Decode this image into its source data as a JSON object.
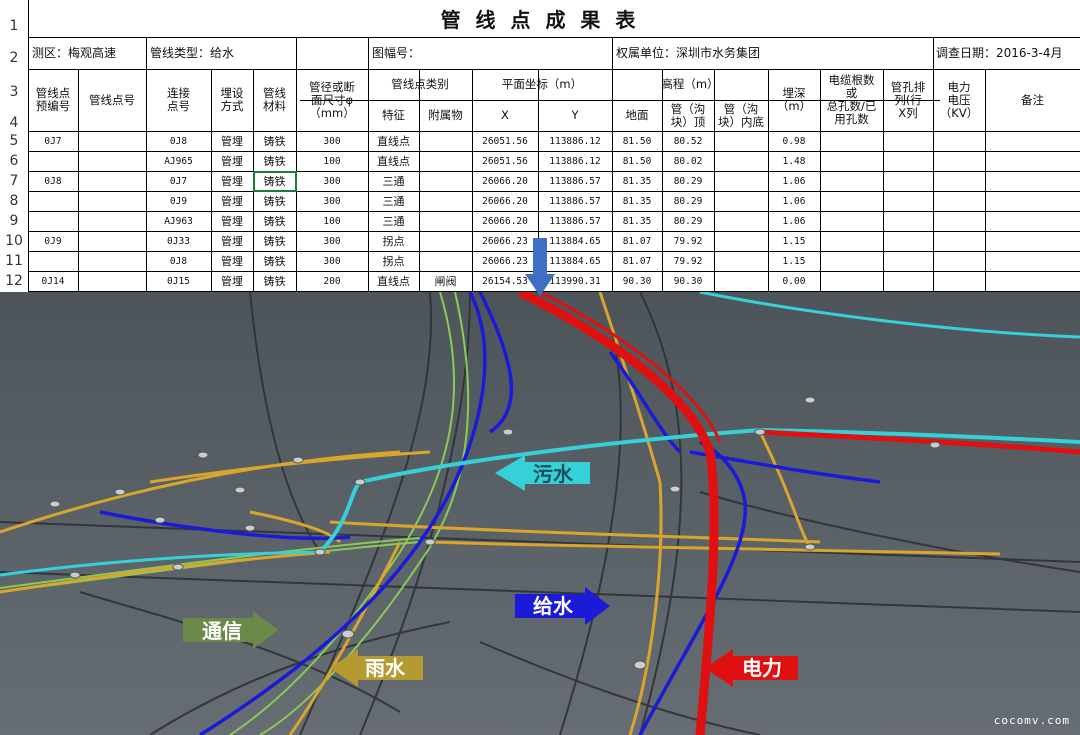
{
  "sheet": {
    "title": "管 线 点 成 果 表",
    "row_numbers": [
      "1",
      "2",
      "3",
      "4",
      "5",
      "6",
      "7",
      "8",
      "9",
      "10",
      "11",
      "12"
    ],
    "info": {
      "survey_area": "测区：梅观高速",
      "pipeline_type": "管线类型：给水",
      "map_no": "图幅号：",
      "owner": "权属单位：深圳市水务集团",
      "survey_date": "调查日期：2016-3-4月"
    },
    "headers": {
      "pre_no": "管线点\n预编号",
      "point_no": "管线点号",
      "connect_no": "连接\n点号",
      "burial_mode": "埋设\n方式",
      "material": "管线\n材料",
      "diameter": "管径或断\n面尺寸φ\n（mm）",
      "category": "管线点类别",
      "feature": "特征",
      "attachment": "附属物",
      "coords": "平面坐标（m）",
      "x": "X",
      "y": "Y",
      "elevation": "高程（m）",
      "ground": "地面",
      "pipe_top": "管（沟\n块）顶",
      "pipe_bottom": "管（沟\n块）内底",
      "depth": "埋深\n（m）",
      "cable": "电缆根数\n或\n总孔数/已\n用孔数",
      "hole_layout": "管孔排\n列(行\nX列",
      "voltage": "电力\n电压\n（KV）",
      "remarks": "备注"
    },
    "rows": [
      {
        "pre": "0J7",
        "pt": "",
        "conn": "0J8",
        "mode": "管埋",
        "mat": "铸铁",
        "dia": "300",
        "feat": "直线点",
        "att": "",
        "x": "26051.56",
        "y": "113886.12",
        "ground": "81.50",
        "top": "80.52",
        "bottom": "",
        "depth": "0.98"
      },
      {
        "pre": "",
        "pt": "",
        "conn": "AJ965",
        "mode": "管埋",
        "mat": "铸铁",
        "dia": "100",
        "feat": "直线点",
        "att": "",
        "x": "26051.56",
        "y": "113886.12",
        "ground": "81.50",
        "top": "80.02",
        "bottom": "",
        "depth": "1.48"
      },
      {
        "pre": "0J8",
        "pt": "",
        "conn": "0J7",
        "mode": "管埋",
        "mat": "铸铁",
        "dia": "300",
        "feat": "三通",
        "att": "",
        "x": "26066.20",
        "y": "113886.57",
        "ground": "81.35",
        "top": "80.29",
        "bottom": "",
        "depth": "1.06"
      },
      {
        "pre": "",
        "pt": "",
        "conn": "0J9",
        "mode": "管埋",
        "mat": "铸铁",
        "dia": "300",
        "feat": "三通",
        "att": "",
        "x": "26066.20",
        "y": "113886.57",
        "ground": "81.35",
        "top": "80.29",
        "bottom": "",
        "depth": "1.06"
      },
      {
        "pre": "",
        "pt": "",
        "conn": "AJ963",
        "mode": "管埋",
        "mat": "铸铁",
        "dia": "100",
        "feat": "三通",
        "att": "",
        "x": "26066.20",
        "y": "113886.57",
        "ground": "81.35",
        "top": "80.29",
        "bottom": "",
        "depth": "1.06"
      },
      {
        "pre": "0J9",
        "pt": "",
        "conn": "0J33",
        "mode": "管埋",
        "mat": "铸铁",
        "dia": "300",
        "feat": "拐点",
        "att": "",
        "x": "26066.23",
        "y": "113884.65",
        "ground": "81.07",
        "top": "79.92",
        "bottom": "",
        "depth": "1.15"
      },
      {
        "pre": "",
        "pt": "",
        "conn": "0J8",
        "mode": "管埋",
        "mat": "铸铁",
        "dia": "300",
        "feat": "拐点",
        "att": "",
        "x": "26066.23",
        "y": "113884.65",
        "ground": "81.07",
        "top": "79.92",
        "bottom": "",
        "depth": "1.15"
      },
      {
        "pre": "0J14",
        "pt": "",
        "conn": "0J15",
        "mode": "管埋",
        "mat": "铸铁",
        "dia": "200",
        "feat": "直线点",
        "att": "闸阀",
        "x": "26154.53",
        "y": "113990.31",
        "ground": "90.30",
        "top": "90.30",
        "bottom": "",
        "depth": "0.00"
      }
    ]
  },
  "scene": {
    "labels": {
      "sewage": "污水",
      "water_supply": "给水",
      "telecom": "通信",
      "rain": "雨水",
      "power": "电力"
    },
    "colors": {
      "sewage": "#35d0d8",
      "water_supply": "#1a1ad0",
      "telecom": "#6b8a4a",
      "rain": "#b59a32",
      "power": "#e01010",
      "gas_green": "#7ec84a",
      "yellow_pipe": "#e0a830"
    },
    "watermark": "cocomv.com"
  }
}
